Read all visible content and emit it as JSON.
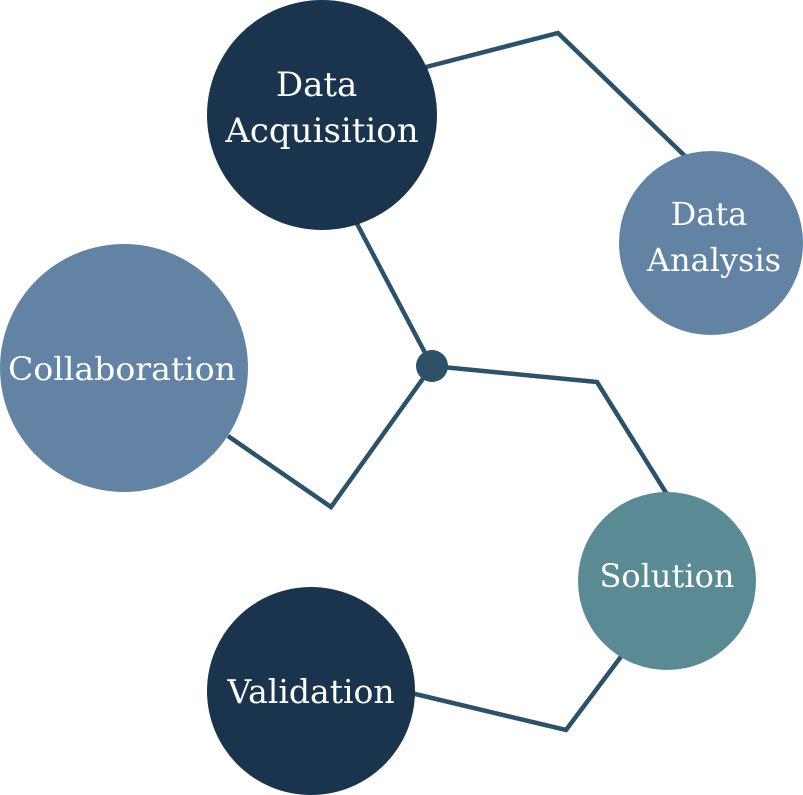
{
  "colors": {
    "connector": "#2c5168",
    "hub": "#2c5168",
    "navy": "#1b344d",
    "steel_blue": "#6283a4",
    "teal": "#5a8a93",
    "background": "#ffffff"
  },
  "nodes": {
    "data_acquisition": {
      "lines": [
        "Data",
        "Acquisition"
      ],
      "color": "#1b344d"
    },
    "data_analysis": {
      "lines": [
        "Data",
        "Analysis"
      ],
      "color": "#6283a4"
    },
    "collaboration": {
      "lines": [
        "Collaboration"
      ],
      "color": "#6283a4"
    },
    "solution": {
      "lines": [
        "Solution"
      ],
      "color": "#5a8a93"
    },
    "validation": {
      "lines": [
        "Validation"
      ],
      "color": "#1b344d"
    }
  }
}
